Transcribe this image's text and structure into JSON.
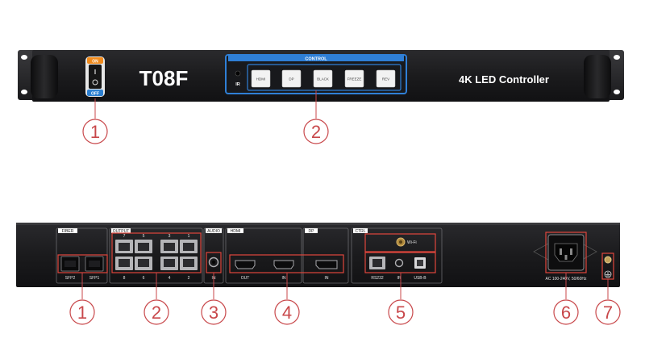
{
  "front": {
    "model": "T08F",
    "title": "4K LED Controller",
    "power_on": "ON",
    "power_off": "OFF",
    "control_label": "CONTROL",
    "ir_label": "IR",
    "buttons": [
      "HDMI",
      "DP",
      "BLACK",
      "FREEZE",
      "REV"
    ],
    "callouts": [
      "1",
      "2"
    ]
  },
  "rear": {
    "sections": {
      "fiber": "FIBER",
      "output": "OUTPUT",
      "audio": "AUDIO",
      "hdmi": "HDMI",
      "dp": "DP",
      "ctrl": "CTRL"
    },
    "sfp_labels": [
      "SFP2",
      "SFP1"
    ],
    "output_top_numbers": [
      "7",
      "5",
      "3",
      "1"
    ],
    "output_bottom_numbers": [
      "8",
      "6",
      "4",
      "2"
    ],
    "audio_in": "IN",
    "hdmi_out": "OUT",
    "hdmi_in": "IN",
    "dp_in": "IN",
    "wifi": "Wi-Fi",
    "rs232": "RS232",
    "ir": "IR",
    "usb": "USB-B",
    "ac": "AC 100-240V, 50/60Hz",
    "callouts": [
      "1",
      "2",
      "3",
      "4",
      "5",
      "6",
      "7"
    ]
  },
  "colors": {
    "panel": "#1c1c1e",
    "callout": "#c8474a",
    "control_blue": "#2f7fd6",
    "on_orange": "#f08a1c",
    "off_blue": "#2c7fd0"
  }
}
